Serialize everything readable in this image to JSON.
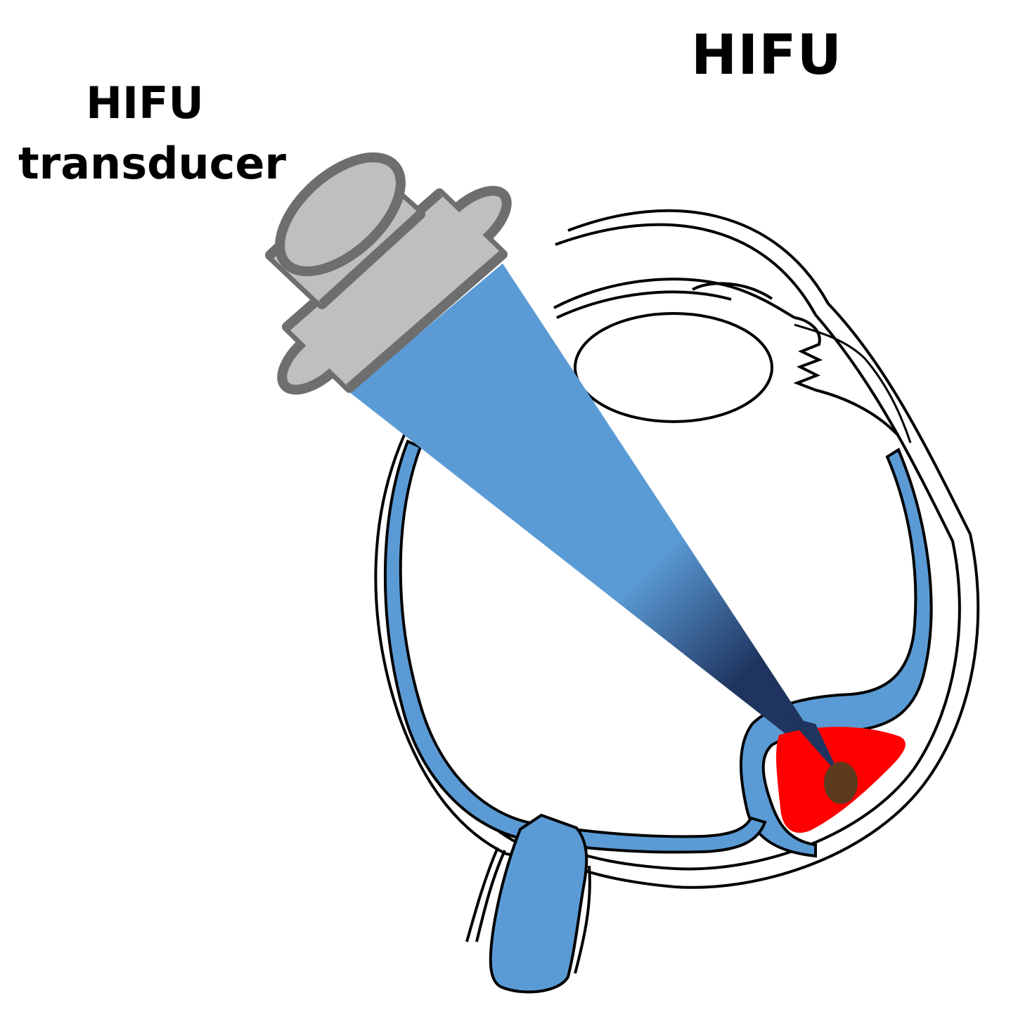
{
  "labels": {
    "title": "HIFU",
    "transducer_line1": "HIFU",
    "transducer_line2": "transducer"
  },
  "colors": {
    "outline": "#000000",
    "layer_blue": "#5b9bd5",
    "beam_light": "#5b9bd5",
    "beam_dark": "#1f3560",
    "transducer_fill": "#bfbfbf",
    "transducer_stroke": "#6e6e6e",
    "tumor": "#ff0000",
    "focal_spot": "#5c3a1e"
  }
}
